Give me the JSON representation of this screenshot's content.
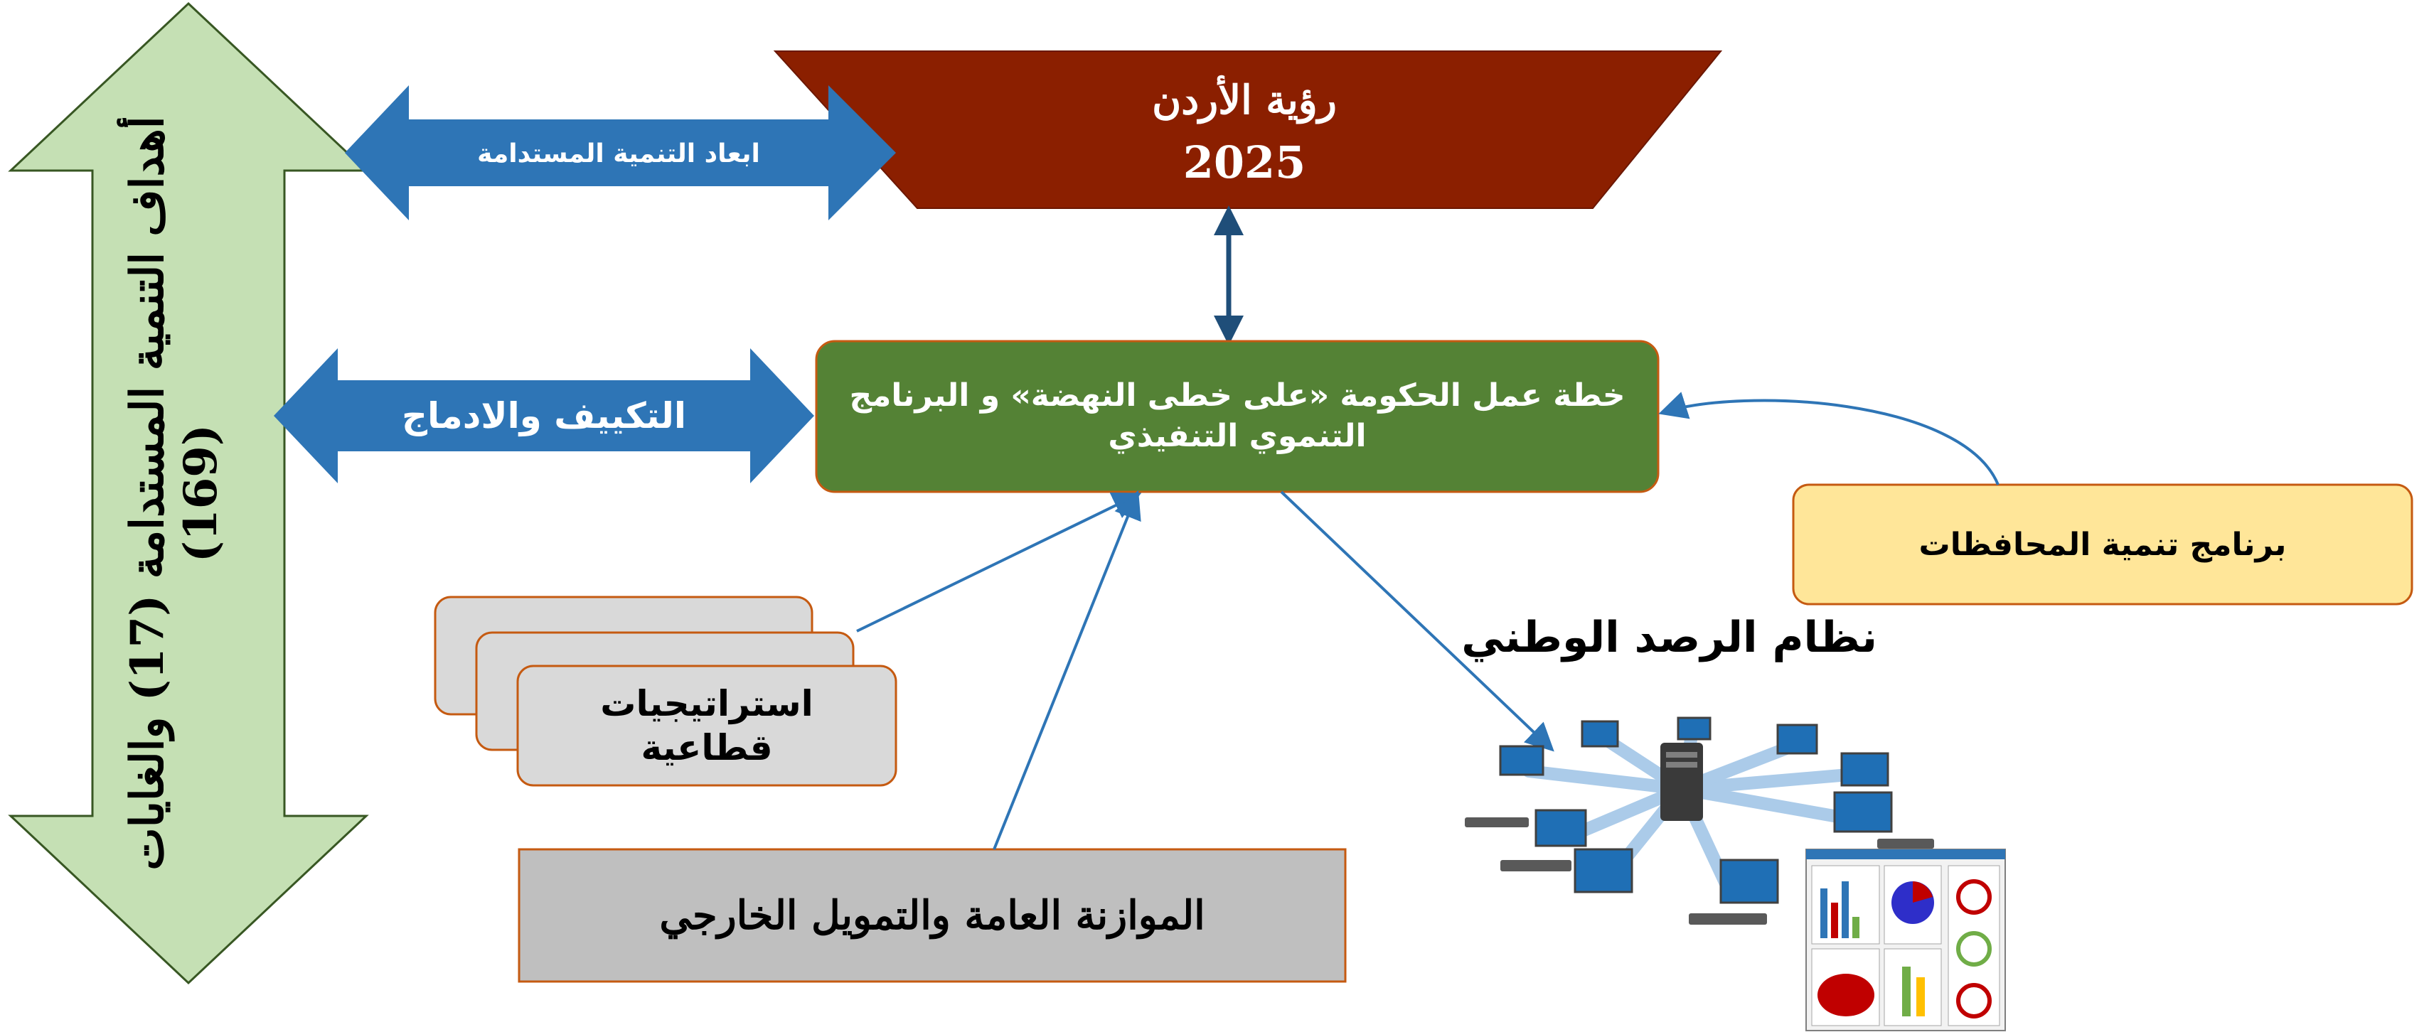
{
  "goals_arrow": {
    "line1": "أهداف التنمية المستدامة (17) والغايات",
    "line2": "(169)",
    "fill": "#c5e0b4",
    "stroke": "#385723"
  },
  "vision": {
    "title": "رؤية الأردن",
    "year": "2025",
    "fill": "#8b1f00"
  },
  "dimensions_arrow": {
    "label": "ابعاد التنمية المستدامة",
    "fill": "#2e75b6"
  },
  "adaptation_arrow": {
    "label": "التكييف والادماج",
    "fill": "#2e75b6"
  },
  "gov_plan": {
    "line1": "خطة عمل الحكومة «على خطى النهضة» و البرنامج",
    "line2": "التنموي التنفيذي",
    "fill": "#548235"
  },
  "governorates": {
    "label": "برنامج تنمية المحافظات",
    "fill": "#ffe699"
  },
  "monitoring": {
    "label": "نظام الرصد الوطني"
  },
  "strategies": {
    "line1": "استراتيجيات",
    "line2": "قطاعية",
    "fill": "#d9d9d9"
  },
  "budget": {
    "label": "الموازنة العامة والتمويل الخارجي",
    "fill": "#bfbfbf"
  },
  "colors": {
    "connector": "#2e75b6",
    "dark_connector": "#1f4e79",
    "border_brown": "#c55a11"
  }
}
